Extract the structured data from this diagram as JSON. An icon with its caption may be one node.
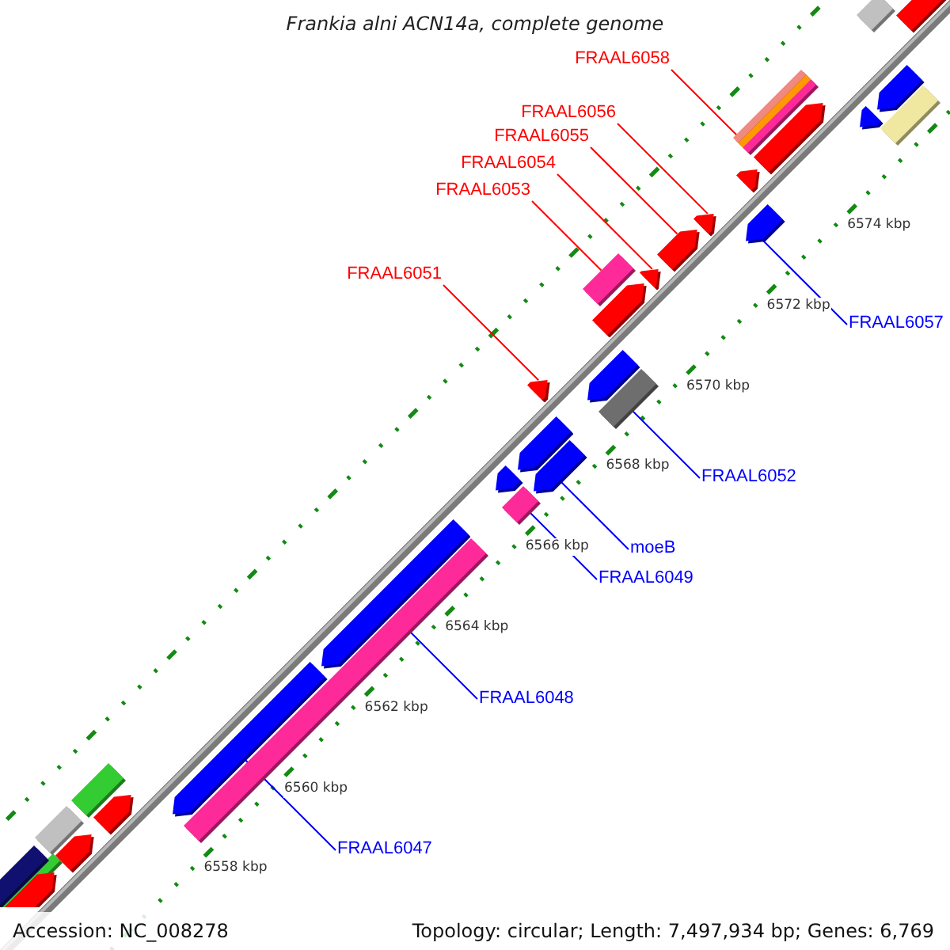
{
  "diagram": {
    "title": "Frankia alni ACN14a, complete genome",
    "nodes": [
      {
        "text": [
          "FRAAL6058"
        ]
      },
      {
        "text": [
          "FRAAL6056"
        ]
      },
      {
        "text": [
          "FRAAL6055"
        ]
      },
      {
        "text": [
          "FRAAL6054"
        ]
      },
      {
        "text": [
          "FRAAL6053"
        ]
      },
      {
        "text": [
          "FRAAL6051"
        ]
      },
      {
        "text": [
          "FRAAL6057"
        ]
      },
      {
        "text": [
          "FRAAL6052"
        ]
      },
      {
        "text": [
          "moeB"
        ]
      },
      {
        "text": [
          "FRAAL6049"
        ]
      },
      {
        "text": [
          "FRAAL6048"
        ]
      },
      {
        "text": [
          "FRAAL6047"
        ]
      },
      {
        "text": [],
        "shape": "bar"
      },
      {
        "text": [],
        "shape": "bar"
      },
      {
        "text": [],
        "shape": "bar"
      },
      {
        "text": [],
        "shape": "bar"
      },
      {
        "text": [],
        "shape": "bar"
      },
      {
        "text": [],
        "shape": "bar"
      },
      {
        "text": [],
        "shape": "bar"
      },
      {
        "text": [],
        "shape": "bar"
      },
      {
        "text": [],
        "shape": "bar"
      },
      {
        "text": [],
        "shape": "bar"
      },
      {
        "text": [],
        "shape": "bar"
      },
      {
        "text": [],
        "shape": "bar"
      },
      {
        "text": [],
        "shape": "bar"
      },
      {
        "text": [],
        "shape": "bar"
      },
      {
        "text": [],
        "shape": "bar"
      },
      {
        "text": [],
        "shape": "bar"
      },
      {
        "text": [],
        "shape": "bar"
      },
      {
        "text": [],
        "shape": "bar"
      },
      {
        "text": [],
        "shape": "bar"
      },
      {
        "text": [],
        "shape": "bar"
      },
      {
        "text": [],
        "shape": "bar"
      },
      {
        "text": [],
        "shape": "bar"
      },
      {
        "text": [],
        "shape": "bar"
      },
      {
        "text": [],
        "shape": "bar"
      },
      {
        "text": [],
        "shape": "bar"
      },
      {
        "text": [],
        "shape": "bar"
      },
      {
        "text": [],
        "shape": "bar"
      },
      {
        "text": [],
        "shape": "bar"
      },
      {
        "text": [],
        "shape": "bar"
      },
      {
        "text": [],
        "shape": "bar"
      },
      {
        "text": [],
        "shape": "bar"
      }
    ],
    "edges": [
      {
        "from": 0,
        "to": 12,
        "arrow": "none"
      },
      {
        "from": 1,
        "to": 13,
        "arrow": "none"
      },
      {
        "from": 2,
        "to": 14,
        "arrow": "none"
      },
      {
        "from": 3,
        "to": 15,
        "arrow": "none"
      },
      {
        "from": 4,
        "to": 16,
        "arrow": "none"
      },
      {
        "from": 5,
        "to": 17,
        "arrow": "none"
      },
      {
        "from": 6,
        "to": 18,
        "arrow": "none",
        "color": "#0000ff"
      },
      {
        "from": 7,
        "to": 19,
        "arrow": "none",
        "color": "#0000ff"
      },
      {
        "from": 8,
        "to": 20,
        "arrow": "none",
        "color": "#0000ff"
      },
      {
        "from": 9,
        "to": 21,
        "arrow": "none",
        "color": "#0000ff"
      },
      {
        "from": 10,
        "to": 22,
        "arrow": "none",
        "color": "#0000ff"
      },
      {
        "from": 11,
        "to": 23,
        "arrow": "none",
        "color": "#0000ff"
      }
    ],
    "labels": [
      "6574 kbp",
      "6572 kbp",
      "6570 kbp",
      "6568 kbp",
      "6566 kbp",
      "6564 kbp",
      "6562 kbp",
      "6560 kbp",
      "6558 kbp",
      "Accession: NC_008278",
      "Topology: circular; Length: 7,497,934 bp; Genes: 6,769"
    ]
  }
}
